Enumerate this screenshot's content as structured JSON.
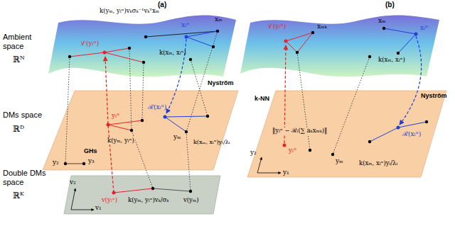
{
  "diagram": {
    "labels": [
      "(a)",
      "(b)",
      "Ambient space",
      "ℝᴺ",
      "DMs space",
      "ℝᴰ",
      "Double DMs space",
      "ℝᴷ",
      "k(yₘ, yₗⁿ)vₖσₖ⁻¹vₖᵀxₘ",
      "xₘ",
      "xₗⁿ",
      "k(xₘ, xₗⁿ)",
      "ℒ(yₗⁿ)",
      "ℛ(xₗⁿ)",
      "Nyström",
      "GHs",
      "yₗⁿ",
      "k(yₘ, yₗⁿ)",
      "yₘ",
      "k(xₘ, xₗⁿ)yₗ/λₗ",
      "y₂",
      "y₃",
      "v(yₗⁿ)",
      "k(yₘ, yₗⁿ)vₖ/σₖ",
      "v(yₘ)",
      "v₂",
      "v₁",
      "ℒ(yₗⁿ)",
      "xₘₖ",
      "xₘ",
      "xₗⁿ",
      "k(xₘ, xₗⁿ)",
      "k-NN",
      "Nyström",
      "ℛ(xₗⁿ)",
      "‖yₗⁿ − ℛₗ(∑ aₖxₘₖ)‖",
      "k(xₘ, xₗⁿ)yᵢ/λᵢ",
      "yₘ",
      "yₗⁿ",
      "y₂",
      "y₁"
    ]
  }
}
